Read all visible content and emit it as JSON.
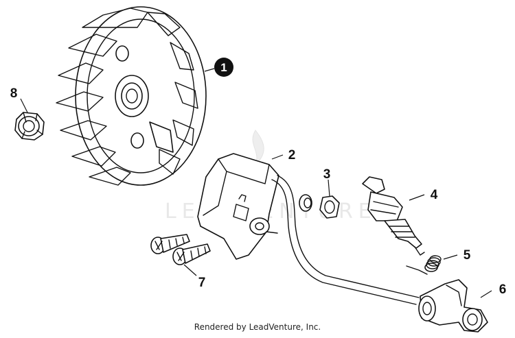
{
  "watermark": {
    "text": "LEADVENTURE"
  },
  "footer": {
    "credit": "Rendered by LeadVenture, Inc."
  },
  "callouts": [
    {
      "id": "1",
      "label": "1",
      "style": "filled-circle"
    },
    {
      "id": "2",
      "label": "2"
    },
    {
      "id": "3",
      "label": "3"
    },
    {
      "id": "4",
      "label": "4"
    },
    {
      "id": "5",
      "label": "5"
    },
    {
      "id": "6",
      "label": "6"
    },
    {
      "id": "7",
      "label": "7"
    },
    {
      "id": "8",
      "label": "8"
    }
  ],
  "parts": [
    {
      "callout": "1",
      "icon": "flywheel-icon"
    },
    {
      "callout": "2",
      "icon": "ignition-coil-icon"
    },
    {
      "callout": "3",
      "icon": "grommet-icon"
    },
    {
      "callout": "4",
      "icon": "spark-plug-icon"
    },
    {
      "callout": "5",
      "icon": "spring-icon"
    },
    {
      "callout": "6",
      "icon": "spark-plug-boot-icon"
    },
    {
      "callout": "7",
      "icon": "screw-icon"
    },
    {
      "callout": "8",
      "icon": "flange-nut-icon"
    }
  ]
}
